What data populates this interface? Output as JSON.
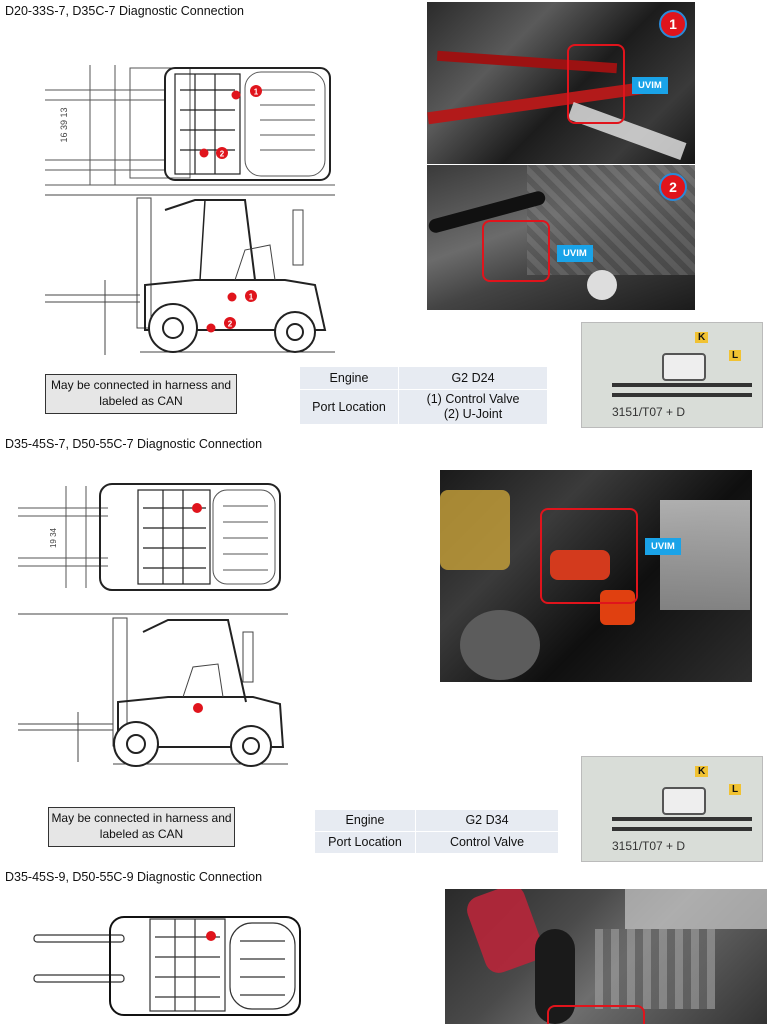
{
  "sections": [
    {
      "title": "D20-33S-7, D35C-7 Diagnostic Connection",
      "note": "May be connected in harness and labeled as CAN",
      "table": {
        "engine_label": "Engine",
        "engine_value": "G2 D24",
        "port_label": "Port Location",
        "port_value_1": "(1)  Control Valve",
        "port_value_2": "(2)  U-Joint"
      },
      "photo_tags": [
        "UVIM",
        "UVIM"
      ],
      "badges": [
        "1",
        "2"
      ],
      "drawing_dims": "16  39  13",
      "connector_caption": "3151/T07 + D",
      "connector_keys": [
        "K",
        "L"
      ]
    },
    {
      "title": "D35-45S-7, D50-55C-7 Diagnostic Connection",
      "note": "May be connected in harness and labeled as CAN",
      "table": {
        "engine_label": "Engine",
        "engine_value": "G2 D34",
        "port_label": "Port Location",
        "port_value": "Control Valve"
      },
      "photo_tags": [
        "UVIM"
      ],
      "drawing_dims": "19  34",
      "connector_caption": "3151/T07 + D",
      "connector_keys": [
        "K",
        "L"
      ]
    },
    {
      "title": "D35-45S-9, D50-55C-9 Diagnostic Connection"
    }
  ]
}
